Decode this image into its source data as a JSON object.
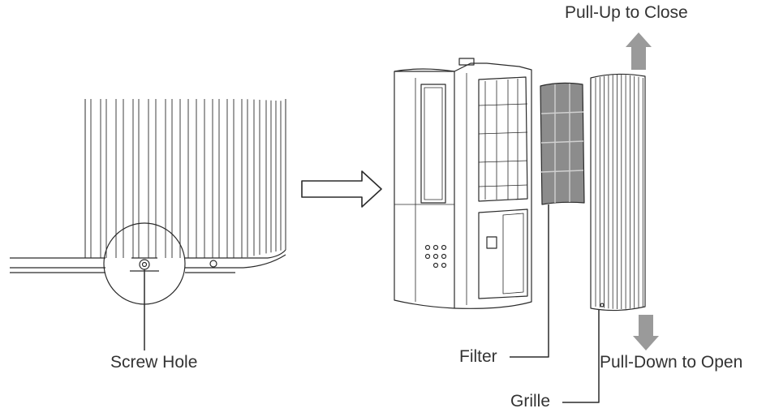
{
  "labels": {
    "screw_hole": "Screw Hole",
    "filter": "Filter",
    "grille": "Grille",
    "pull_up": "Pull-Up to Close",
    "pull_down": "Pull-Down to Open"
  },
  "colors": {
    "line": "#2b2b2b",
    "arrow_fill": "#9a9a9a",
    "filter_fill": "#8c8c8c",
    "background": "#ffffff"
  },
  "icons": {
    "direction_arrow": "right-arrow-outline-icon",
    "pull_up_arrow": "up-arrow-icon",
    "pull_down_arrow": "down-arrow-icon"
  }
}
